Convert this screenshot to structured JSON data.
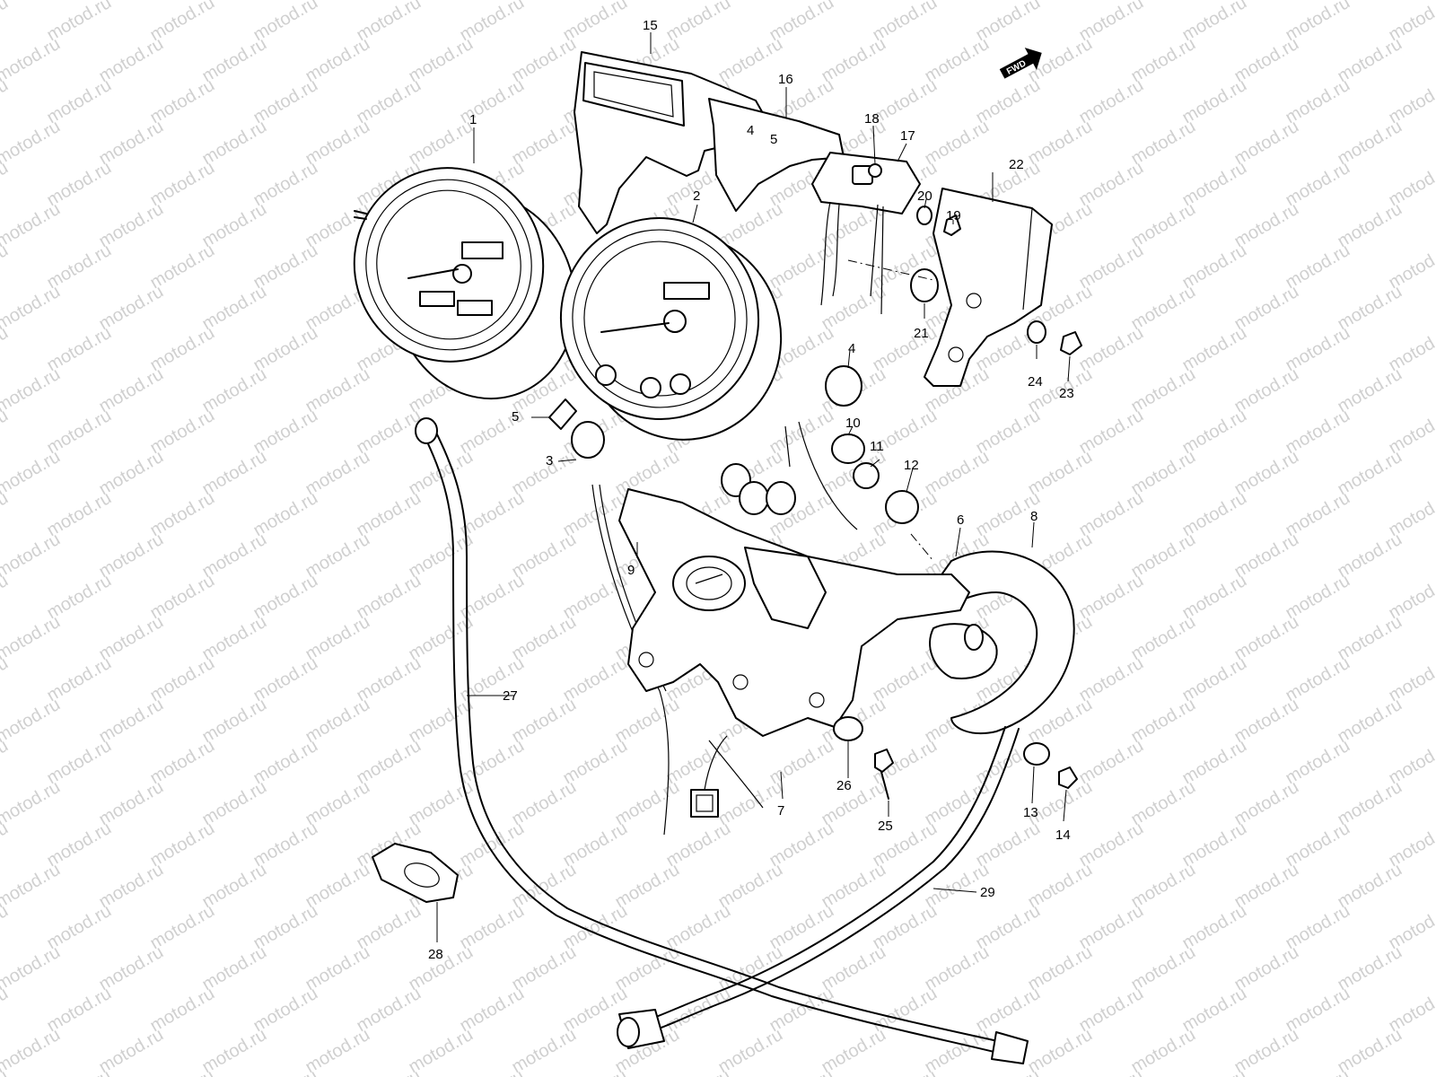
{
  "watermark": {
    "text": "motod.ru",
    "color": "#d0d0d0"
  },
  "direction_marker": {
    "label": "FWD",
    "icon": "forward-arrow-icon"
  },
  "gauges": {
    "left_odometer_digits": "",
    "right_odometer_digits": ""
  },
  "callouts": [
    {
      "id": "c1",
      "label": "1"
    },
    {
      "id": "c2",
      "label": "2"
    },
    {
      "id": "c3",
      "label": "3"
    },
    {
      "id": "c4",
      "label": "4"
    },
    {
      "id": "c5",
      "label": "5"
    },
    {
      "id": "c6",
      "label": "6"
    },
    {
      "id": "c7",
      "label": "7"
    },
    {
      "id": "c8",
      "label": "8"
    },
    {
      "id": "c9",
      "label": "9"
    },
    {
      "id": "c10",
      "label": "10"
    },
    {
      "id": "c11",
      "label": "11"
    },
    {
      "id": "c12",
      "label": "12"
    },
    {
      "id": "c13",
      "label": "13"
    },
    {
      "id": "c14",
      "label": "14"
    },
    {
      "id": "c15",
      "label": "15"
    },
    {
      "id": "c16",
      "label": "16"
    },
    {
      "id": "c17",
      "label": "17"
    },
    {
      "id": "c18",
      "label": "18"
    },
    {
      "id": "c19",
      "label": "19"
    },
    {
      "id": "c20",
      "label": "20"
    },
    {
      "id": "c21",
      "label": "21"
    },
    {
      "id": "c22",
      "label": "22"
    },
    {
      "id": "c23",
      "label": "23"
    },
    {
      "id": "c24",
      "label": "24"
    },
    {
      "id": "c25",
      "label": "25"
    },
    {
      "id": "c26",
      "label": "26"
    },
    {
      "id": "c27",
      "label": "27"
    },
    {
      "id": "c28",
      "label": "28"
    },
    {
      "id": "c29",
      "label": "29"
    }
  ]
}
